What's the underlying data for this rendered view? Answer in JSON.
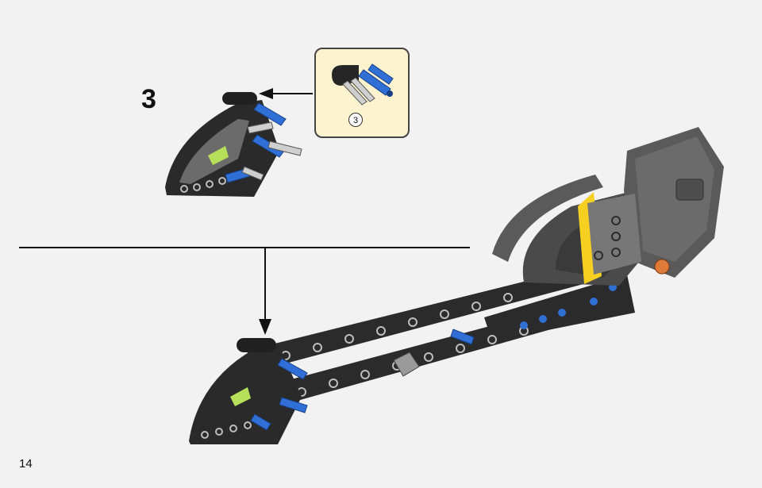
{
  "step": {
    "number": "3"
  },
  "callout": {
    "quantity": "3",
    "parts": [
      "black-connector-block",
      "blue-pin",
      "grey-axle"
    ]
  },
  "page": {
    "number": "14"
  },
  "colors": {
    "background": "#f2f2f2",
    "callout_fill": "#fdf4cf",
    "beam": "#2b2b2b",
    "pin_blue": "#2f6fd6",
    "axle_grey": "#c8c8c8",
    "accent_yellow": "#f5d020",
    "accent_green": "#b7e05a",
    "motor_grey": "#5a5a5a"
  }
}
